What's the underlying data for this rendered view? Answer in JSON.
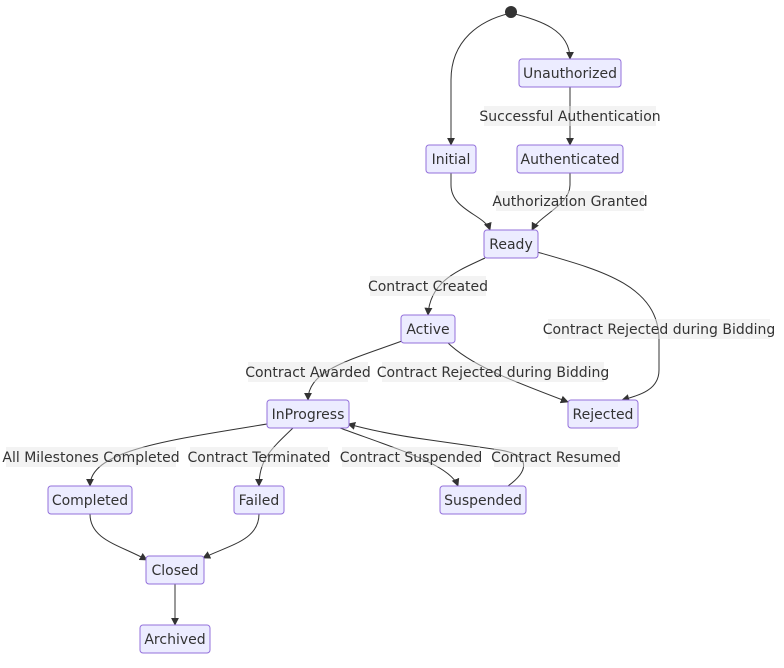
{
  "states": {
    "unauthorized": "Unauthorized",
    "initial": "Initial",
    "authenticated": "Authenticated",
    "ready": "Ready",
    "active": "Active",
    "rejected": "Rejected",
    "inprogress": "InProgress",
    "completed": "Completed",
    "failed": "Failed",
    "suspended": "Suspended",
    "closed": "Closed",
    "archived": "Archived"
  },
  "transitions": {
    "successful_authentication": "Successful Authentication",
    "authorization_granted": "Authorization Granted",
    "contract_created": "Contract Created",
    "contract_rejected_ready": "Contract Rejected during Bidding",
    "contract_awarded": "Contract Awarded",
    "contract_rejected_active": "Contract Rejected during Bidding",
    "all_milestones_completed": "All Milestones Completed",
    "contract_terminated": "Contract Terminated",
    "contract_suspended": "Contract Suspended",
    "contract_resumed": "Contract Resumed"
  }
}
